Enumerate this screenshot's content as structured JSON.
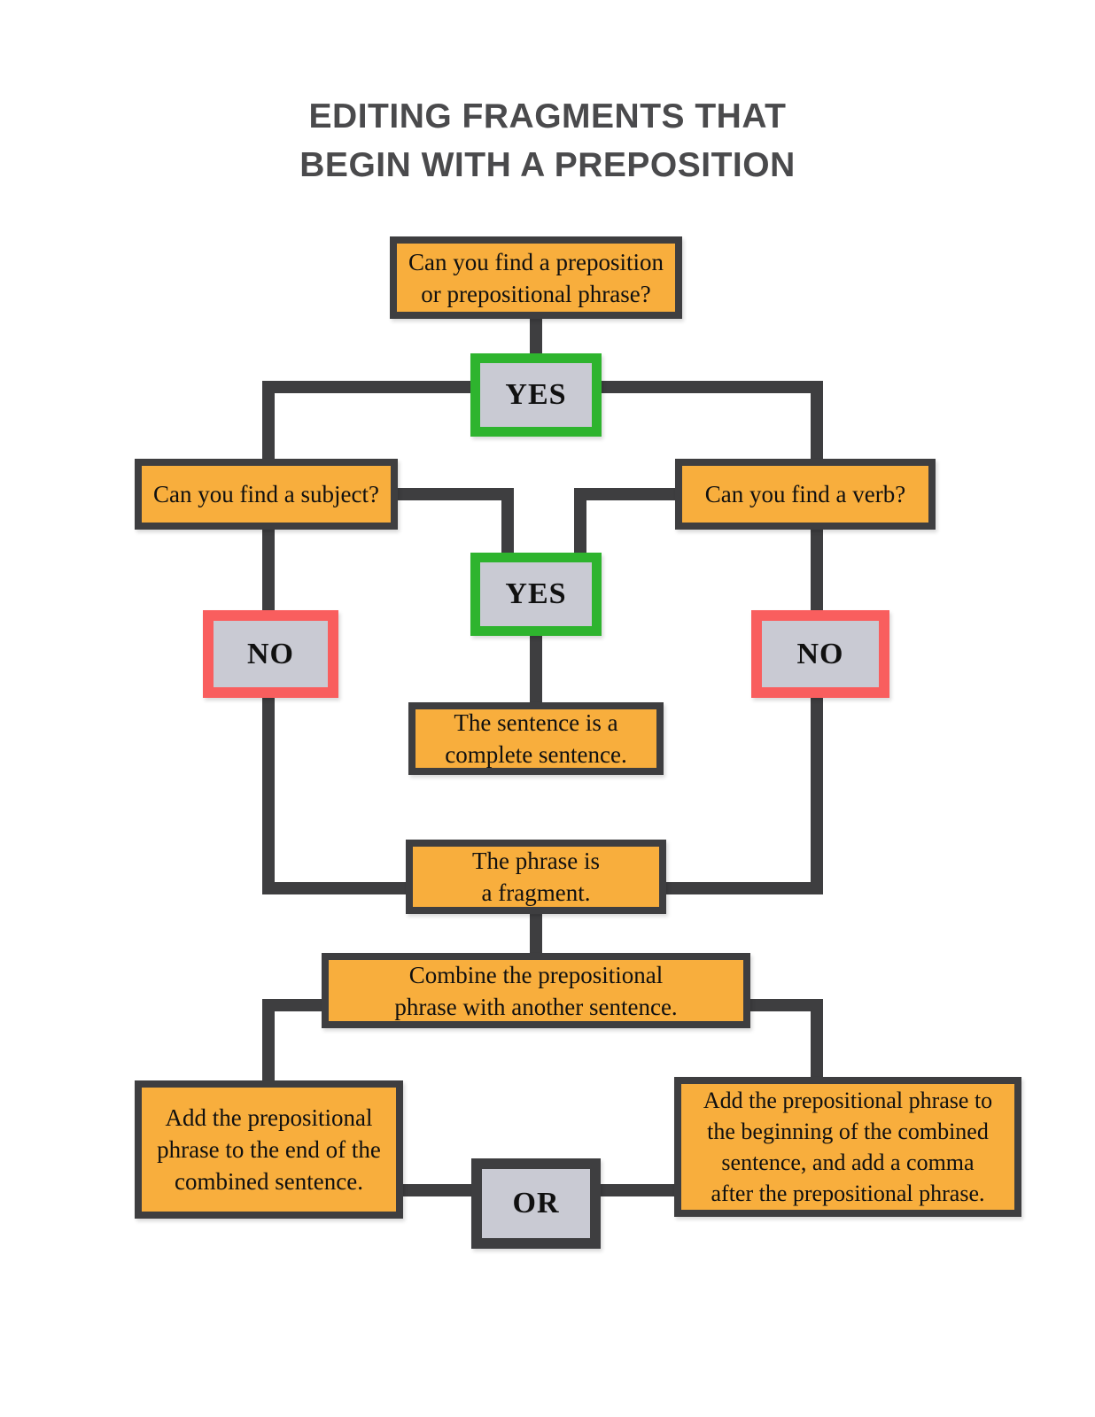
{
  "title": {
    "lines": [
      "EDITING FRAGMENTS THAT",
      "BEGIN WITH A PREPOSITION"
    ]
  },
  "colors": {
    "orange": "#F8AE3D",
    "dark": "#3E3E40",
    "green": "#2EB42E",
    "red": "#F95E5E",
    "gray_fill": "#C9CAD3",
    "title_text": "#4A4A4C",
    "page_bg": "#FFFFFF"
  },
  "nodes": {
    "q_preposition": {
      "lines": [
        "Can you find a preposition",
        "or prepositional phrase?"
      ]
    },
    "yes_top": {
      "label": "YES"
    },
    "q_subject": {
      "lines": [
        "Can you find a subject?"
      ]
    },
    "q_verb": {
      "lines": [
        "Can you find a verb?"
      ]
    },
    "yes_middle": {
      "label": "YES"
    },
    "no_left": {
      "label": "NO"
    },
    "no_right": {
      "label": "NO"
    },
    "complete_sentence": {
      "lines": [
        "The sentence is a",
        "complete sentence."
      ]
    },
    "fragment": {
      "lines": [
        "The phrase is",
        "a fragment."
      ]
    },
    "combine": {
      "lines": [
        "Combine the prepositional",
        "phrase with another sentence."
      ]
    },
    "add_end": {
      "lines": [
        "Add the prepositional",
        "phrase to the end of the",
        "combined sentence."
      ]
    },
    "add_beginning": {
      "lines": [
        "Add the prepositional phrase to",
        "the beginning of the combined",
        "sentence, and add a comma",
        "after the prepositional phrase."
      ]
    },
    "or": {
      "label": "OR"
    }
  }
}
